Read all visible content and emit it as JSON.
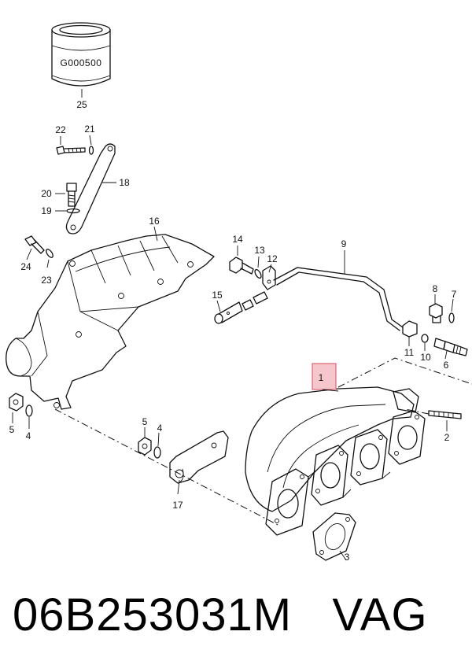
{
  "part_number": "06B253031M",
  "brand": "VAG",
  "filter_code": "G000500",
  "callouts": {
    "p1": "1",
    "p2": "2",
    "p3": "3",
    "p4a": "4",
    "p4b": "4",
    "p5a": "5",
    "p5b": "5",
    "p6": "6",
    "p7": "7",
    "p8": "8",
    "p9": "9",
    "p10": "10",
    "p11": "11",
    "p12": "12",
    "p13": "13",
    "p14": "14",
    "p15": "15",
    "p16": "16",
    "p17": "17",
    "p18": "18",
    "p19": "19",
    "p20": "20",
    "p21": "21",
    "p22": "22",
    "p23": "23",
    "p24": "24",
    "p25": "25"
  },
  "highlight_color": "#f5c6cc"
}
